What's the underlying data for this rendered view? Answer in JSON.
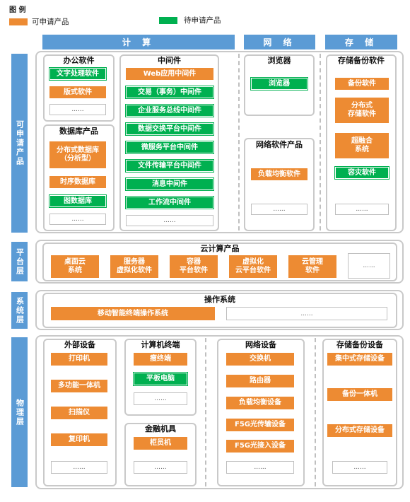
{
  "legend": {
    "title": "图 例",
    "applicable": {
      "label": "可申请产品",
      "color": "#ed8b33"
    },
    "pending": {
      "label": "待申请产品",
      "color": "#00b050"
    }
  },
  "columns": {
    "compute": "计 算",
    "network": "网 络",
    "storage": "存 储"
  },
  "layers": {
    "apply": "可申请产品",
    "platform": "平台层",
    "system": "系统层",
    "physical": "物理层"
  },
  "office": {
    "title": "办公软件",
    "items": [
      "文字处理软件",
      "版式软件",
      "......"
    ]
  },
  "database": {
    "title": "数据库产品",
    "items": [
      "分布式数据库\n（分析型）",
      "时序数据库",
      "图数据库",
      "......"
    ]
  },
  "middleware": {
    "title": "中间件",
    "items": [
      "Web应用中间件",
      "交易（事务）中间件",
      "企业服务总线中间件",
      "数据交换平台中间件",
      "微服务平台中间件",
      "文件传输平台中间件",
      "消息中间件",
      "工作流中间件",
      "......"
    ]
  },
  "browser": {
    "title": "浏览器",
    "items": [
      "浏览器"
    ]
  },
  "netsoft": {
    "title": "网络软件产品",
    "items": [
      "负载均衡软件",
      "......"
    ]
  },
  "storsoft": {
    "title": "存储备份软件",
    "items": [
      "备份软件",
      "分布式\n存储软件",
      "超融合\n系统",
      "容灾软件",
      "......"
    ]
  },
  "cloud": {
    "title": "云计算产品",
    "items": [
      "桌面云\n系统",
      "服务器\n虚拟化软件",
      "容器\n平台软件",
      "虚拟化\n云平台软件",
      "云管理\n软件",
      "......"
    ]
  },
  "os": {
    "title": "操作系统",
    "items": [
      "移动智能终端操作系统",
      "......"
    ]
  },
  "peripherals": {
    "title": "外部设备",
    "items": [
      "打印机",
      "多功能一体机",
      "扫描仪",
      "复印机",
      "......"
    ]
  },
  "terminals": {
    "title": "计算机终端",
    "items": [
      "瘦终端",
      "平板电脑",
      "......"
    ]
  },
  "financial": {
    "title": "金融机具",
    "items": [
      "柜员机",
      "......"
    ]
  },
  "netdev": {
    "title": "网络设备",
    "items": [
      "交换机",
      "路由器",
      "负载均衡设备",
      "F5G光传输设备",
      "F5G光接入设备",
      "......"
    ]
  },
  "stordev": {
    "title": "存储备份设备",
    "items": [
      "集中式存储设备",
      "备份一体机",
      "分布式存储设备",
      "......"
    ]
  }
}
